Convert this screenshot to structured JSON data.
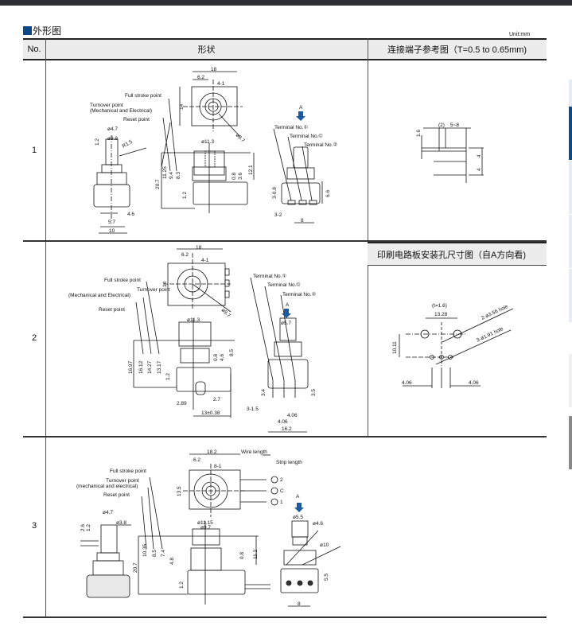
{
  "section": {
    "title": "外形图",
    "unit": "Unit:mm"
  },
  "table": {
    "headers": {
      "no": "No.",
      "shape": "形状",
      "terminal": "连接端子参考图（T=0.5 to 0.65mm)"
    },
    "subheader": "印刷电路板安装孔尺寸图（自A方向看)",
    "rows": [
      {
        "no": "1",
        "labels": {
          "full_stroke": "Full stroke point",
          "turnover": "Turnover point",
          "turnover_sub": "(Mechanical and Electrical)",
          "reset": "Reset point",
          "t1": "Terminal No.①",
          "tc": "Terminal No.©",
          "t2": "Terminal No.②",
          "a": "A"
        },
        "dims": {
          "d18": "18",
          "d62": "6.2",
          "d41": "4-1",
          "d14": "14",
          "d97": "ø9.7",
          "d47": "ø4.7",
          "d38": "ø3.8",
          "d12": "1.2",
          "r15": "R1.5",
          "d113": "ø11.3",
          "d1125": "11.25",
          "d94": "9.4",
          "d83": "8.3",
          "d207": "20.7",
          "d08": "0.8",
          "d36": "3.6",
          "d121": "12.1",
          "d12b": "1.2",
          "d46": "4.6",
          "d57": "5.7",
          "d10": "10",
          "d308": "3-0.8",
          "d66": "6.6",
          "d32": "3-2",
          "d8": "8"
        }
      },
      {
        "no": "2",
        "labels": {
          "full_stroke": "Full stroke point",
          "turnover": "Turnover point",
          "turnover_sub": "(Mechanical and Electrical)",
          "reset": "Reset point",
          "t1": "Terminal No.①",
          "tc": "Terminal No.©",
          "t2": "Terminal No.②",
          "a": "A"
        },
        "dims": {
          "d18": "18",
          "d62": "6.2",
          "d41": "4-1",
          "d14": "14",
          "d97": "ø9.7",
          "d113": "ø11.3",
          "d1697": "16.97",
          "d1612": "16.12",
          "d1427": "14.27",
          "d1317": "13.17",
          "d12": "1.2",
          "d08": "0.8",
          "d46": "4.6",
          "d85": "8.5",
          "d289": "2.89",
          "d27": "2.7",
          "d13": "13±0.38",
          "d57": "ø5.7",
          "d34": "3.4",
          "d35": "3.5",
          "d315": "3-1.5",
          "d406a": "4.06",
          "d406b": "4.06",
          "d162": "16.2"
        }
      },
      {
        "no": "3",
        "labels": {
          "full_stroke": "Full stroke point",
          "turnover": "Turnover point",
          "turnover_sub": "(mechanical and electrical)",
          "reset": "Reset point",
          "wire": "Wire length",
          "strip": "Strip length",
          "p2": "2",
          "pc": "C",
          "p1": "1",
          "a": "A"
        },
        "dims": {
          "d182": "18.2",
          "d62": "6.2",
          "d81": "8-1",
          "d135": "13.5",
          "d47": "ø4.7",
          "d38": "ø3.8",
          "d26": "2.6",
          "d12": "1.2",
          "d1115": "ø11.15",
          "d97": "ø9.7",
          "d1035": "10.35",
          "d85": "8.5",
          "d74": "7.4",
          "d48": "4.8",
          "d207": "20.7",
          "d12b": "1.2",
          "d08": "0.8",
          "d112": "11.2",
          "d55": "ø5.5",
          "d46": "ø4.6",
          "d10": "ø10",
          "d55b": "5.5",
          "d8": "8"
        }
      }
    ],
    "terminal_ref": {
      "d2": "(2)",
      "d58": "5~8",
      "d16": "1.6",
      "d4a": "4",
      "d4b": "4"
    },
    "pcb": {
      "t": "(t=1.6)",
      "d1328": "13.28",
      "d1011": "10.11",
      "hole1": "2-ø3.56 hole",
      "hole2": "3-ø1.91 hole",
      "d406a": "4.06",
      "d406b": "4.06"
    }
  },
  "colors": {
    "accent": "#0b4a86",
    "header_bg": "#ececec"
  }
}
